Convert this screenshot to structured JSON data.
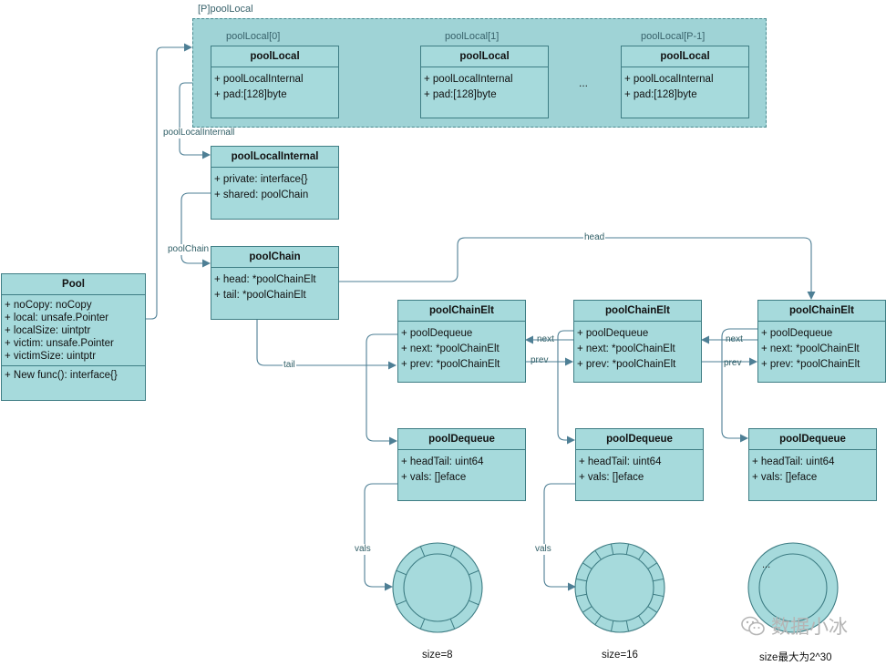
{
  "region": {
    "label": "[P]poolLocal"
  },
  "pool_locals": [
    {
      "index_label": "poolLocal[0]",
      "title": "poolLocal",
      "fields": [
        "+ poolLocalInternal",
        "+ pad:[128]byte"
      ]
    },
    {
      "index_label": "poolLocal[1]",
      "title": "poolLocal",
      "fields": [
        "+ poolLocalInternal",
        "+ pad:[128]byte"
      ]
    },
    {
      "index_label": "poolLocal[P-1]",
      "title": "poolLocal",
      "fields": [
        "+ poolLocalInternal",
        "+ pad:[128]byte"
      ]
    }
  ],
  "ellipsis": "...",
  "pool": {
    "title": "Pool",
    "fields": [
      "+ noCopy: noCopy",
      "+ local: unsafe.Pointer",
      "+ localSize: uintptr",
      "+ victim: unsafe.Pointer",
      "+ victimSize: uintptr"
    ],
    "methods": [
      "+ New func(): interface{}"
    ]
  },
  "pool_local_internal": {
    "title": "poolLocalInternal",
    "fields": [
      "+ private: interface{}",
      "+ shared: poolChain"
    ]
  },
  "pool_chain": {
    "title": "poolChain",
    "fields": [
      "+ head: *poolChainElt",
      "+ tail: *poolChainElt"
    ]
  },
  "chain_elts": [
    {
      "title": "poolChainElt",
      "fields": [
        "+ poolDequeue",
        "+ next: *poolChainElt",
        "+ prev: *poolChainElt"
      ]
    },
    {
      "title": "poolChainElt",
      "fields": [
        "+ poolDequeue",
        "+ next: *poolChainElt",
        "+ prev: *poolChainElt"
      ]
    },
    {
      "title": "poolChainElt",
      "fields": [
        "+ poolDequeue",
        "+ next: *poolChainElt",
        "+ prev: *poolChainElt"
      ]
    }
  ],
  "dequeues": [
    {
      "title": "poolDequeue",
      "fields": [
        "+ headTail: uint64",
        "+ vals: []eface"
      ]
    },
    {
      "title": "poolDequeue",
      "fields": [
        "+ headTail: uint64",
        "+ vals: []eface"
      ]
    },
    {
      "title": "poolDequeue",
      "fields": [
        "+ headTail: uint64",
        "+ vals: []eface"
      ]
    }
  ],
  "edges": {
    "local_internal": "poolLocalInternall",
    "chain": "poolChain",
    "head": "head",
    "tail": "tail",
    "next": "next",
    "prev": "prev",
    "vals": "vals"
  },
  "rings": [
    {
      "size_label": "size=8",
      "segments": 8
    },
    {
      "size_label": "size=16",
      "segments": 16
    },
    {
      "size_label": "size最大为2^30",
      "ellipsis": "..."
    }
  ],
  "watermark": {
    "text": "数据小冰",
    "icon": "wechat-icon"
  },
  "colors": {
    "box_fill": "#a6dadc",
    "box_border": "#3e7d84",
    "region_fill": "#9fd3d6",
    "wire": "#4e7f95"
  }
}
